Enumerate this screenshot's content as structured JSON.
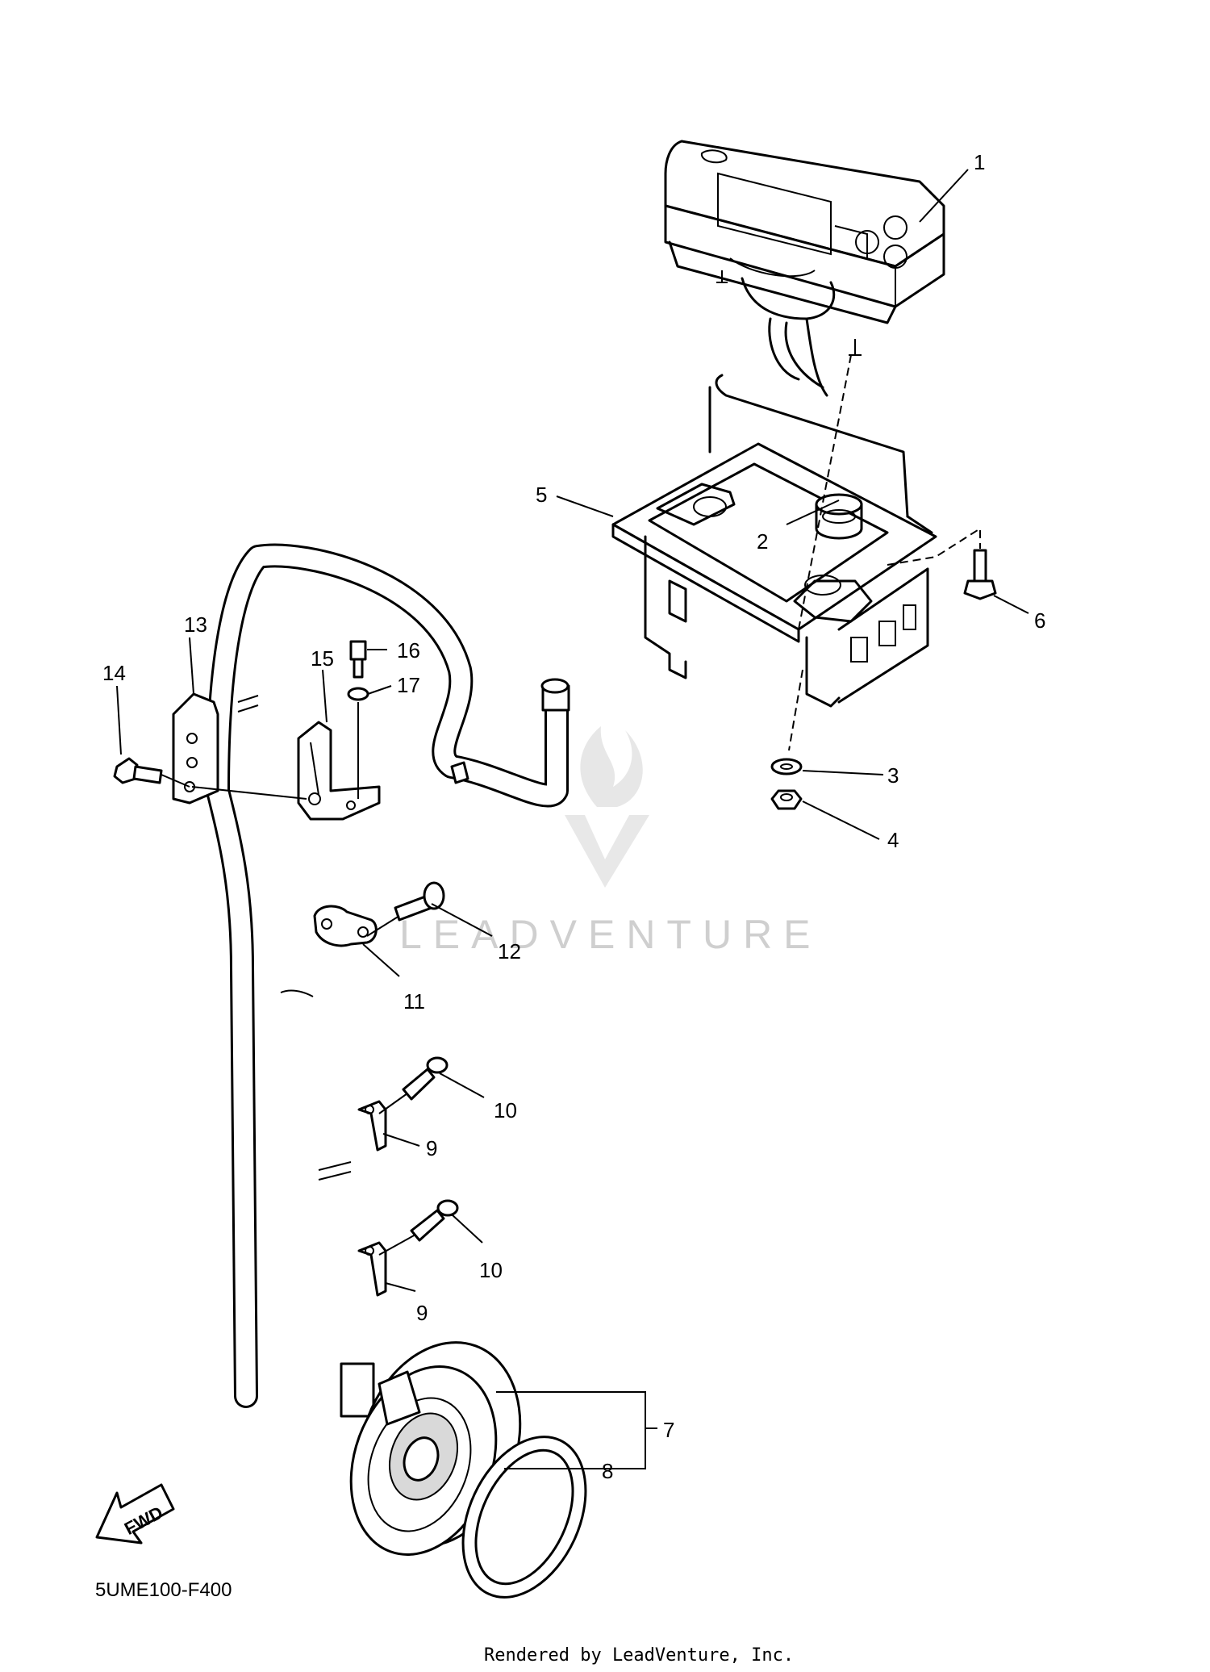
{
  "callouts": {
    "c1": "1",
    "c2": "2",
    "c3": "3",
    "c4": "4",
    "c5": "5",
    "c6": "6",
    "c7": "7",
    "c8": "8",
    "c9a": "9",
    "c9b": "9",
    "c10a": "10",
    "c10b": "10",
    "c11": "11",
    "c12": "12",
    "c13": "13",
    "c14": "14",
    "c15": "15",
    "c16": "16",
    "c17": "17"
  },
  "diagram_code": "5UME100-F400",
  "direction_arrow_label": "FWD",
  "watermark_text": "LEADVENTURE",
  "footer_text": "Rendered by LeadVenture, Inc.",
  "icons": {
    "watermark_logo": "flame-v-logo-icon",
    "direction": "fwd-arrow-icon"
  },
  "colors": {
    "line": "#000000",
    "watermark": "#cfcfcf",
    "background": "#ffffff"
  }
}
